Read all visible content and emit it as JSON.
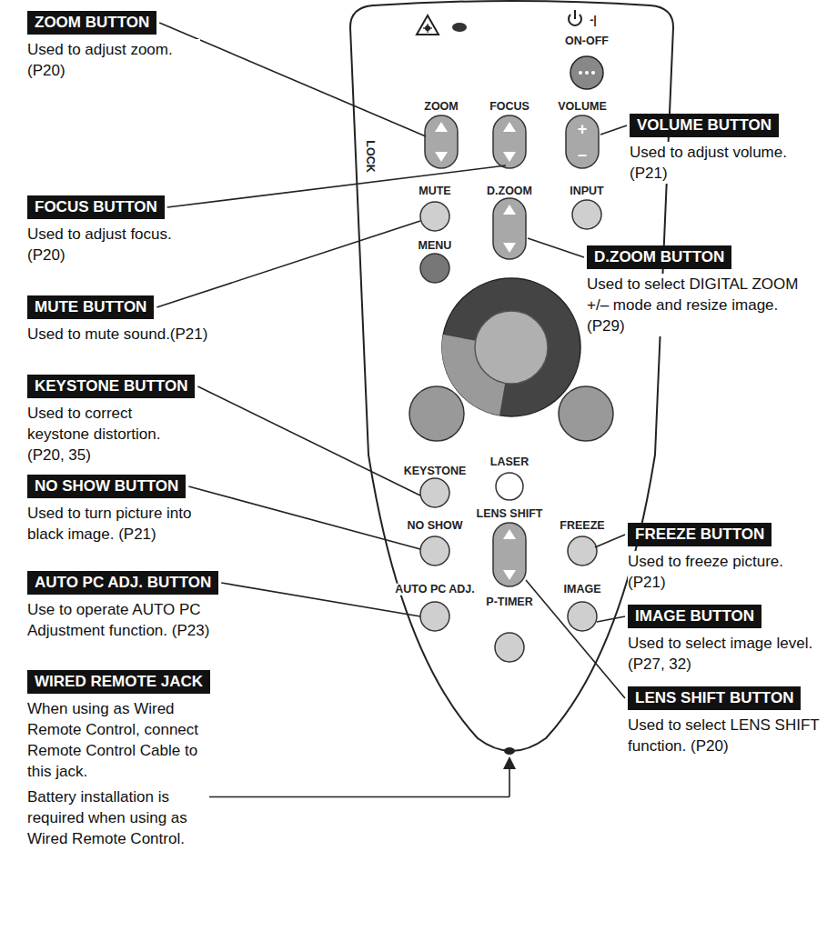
{
  "diagram": {
    "nodes": [
      {
        "text": [
          "ZOOM BUTTON",
          "Used to adjust zoom. (P20)"
        ]
      },
      {
        "text": [
          "VOLUME BUTTON",
          "Used to adjust volume. (P21)"
        ]
      },
      {
        "text": [
          "FOCUS BUTTON",
          "Used to adjust focus. (P20)"
        ]
      },
      {
        "text": [
          "MUTE BUTTON",
          "Used to mute sound.(P21)"
        ]
      },
      {
        "text": [
          "D.ZOOM BUTTON",
          "Used to select DIGITAL ZOOM +/– mode and resize image. (P29)"
        ]
      },
      {
        "text": [
          "KEYSTONE BUTTON",
          "Used to correct keystone distortion. (P20, 35)"
        ]
      },
      {
        "text": [
          "NO SHOW BUTTON",
          "Used to turn picture into black image. (P21)"
        ]
      },
      {
        "text": [
          "FREEZE BUTTON",
          "Used to freeze picture. (P21)"
        ]
      },
      {
        "text": [
          "IMAGE BUTTON",
          "Used to select image level. (P27, 32)"
        ]
      },
      {
        "text": [
          "AUTO PC ADJ. BUTTON",
          "Use to operate AUTO PC Adjustment function. (P23)"
        ]
      },
      {
        "text": [
          "WIRED REMOTE JACK",
          "When using as Wired Remote Control, connect Remote Control Cable to this jack.",
          "Battery installation is required when using as Wired Remote Control."
        ]
      },
      {
        "text": [
          "LENS SHIFT BUTTON",
          "Used to select LENS SHIFT function. (P20)"
        ]
      }
    ],
    "labels": [
      "-|",
      "ON-OFF",
      "ZOOM",
      "FOCUS",
      "VOLUME",
      "LOCK",
      "MUTE",
      "D.ZOOM",
      "INPUT",
      "MENU",
      "KEYSTONE",
      "LASER",
      "NO SHOW",
      "LENS SHIFT",
      "FREEZE",
      "AUTO PC ADJ.",
      "IMAGE",
      "P-TIMER",
      "+",
      "–"
    ]
  }
}
